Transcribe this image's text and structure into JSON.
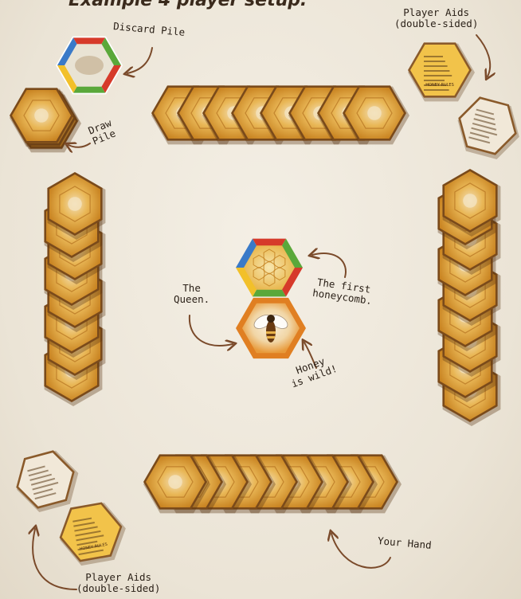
{
  "title": "Example 4 player setup:",
  "labels": {
    "discard_pile": "Discard Pile",
    "draw_pile": "Draw\nPile",
    "player_aids_top": "Player Aids\n(double-sided)",
    "player_aids_bottom": "Player Aids\n(double-sided)",
    "the_queen": "The\nQueen.",
    "first_honeycomb": "The first\nhoneycomb.",
    "honey_wild": "Honey\nis wild!",
    "your_hand": "Your Hand"
  },
  "aid_card_text": {
    "honey_rules": "HONEY RULES"
  },
  "colors": {
    "background": "#efe9dd",
    "tile_orange": "#e2a53a",
    "tile_dark": "#b3701f",
    "tile_edge": "#7a4a1a",
    "arrow": "#7a4a2a",
    "hex_red": "#d63a2a",
    "hex_green": "#5aa83a",
    "hex_blue": "#3a7ac8",
    "hex_yellow": "#f2c02a"
  },
  "icons": [
    "arrow-icon",
    "bee-icon",
    "honeycomb-icon"
  ]
}
